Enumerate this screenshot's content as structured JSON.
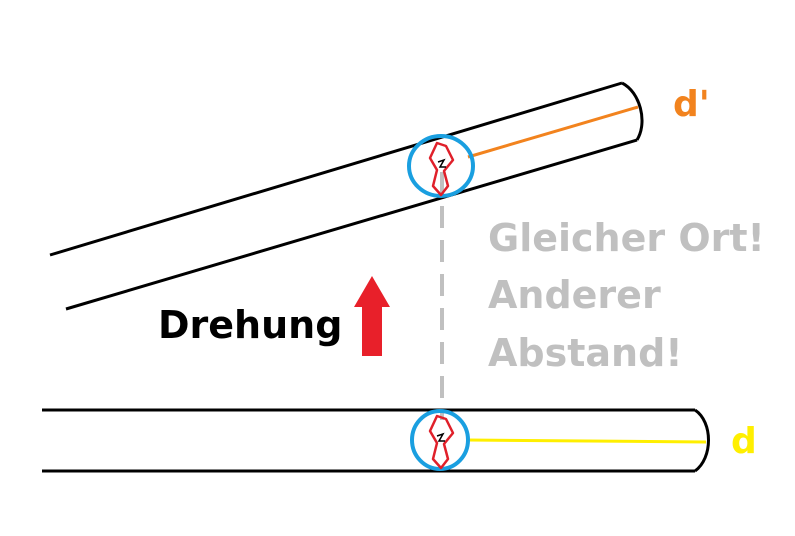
{
  "labels": {
    "rotated_distance": "d'",
    "original_distance": "d",
    "rotation": "Drehung",
    "note_line1": "Gleicher Ort!",
    "note_line2": "Anderer",
    "note_line3": "Abstand!"
  },
  "colors": {
    "outline": "#000000",
    "circle": "#1a9fe0",
    "fracture": "#e0202a",
    "rotated_distance": "#f2831e",
    "original_distance": "#ffef00",
    "arrow": "#e8202a",
    "guide_line": "#c0c0c0",
    "note_text": "#c0c0c0"
  },
  "icons": {
    "rotation_arrow": "up-arrow-icon"
  }
}
